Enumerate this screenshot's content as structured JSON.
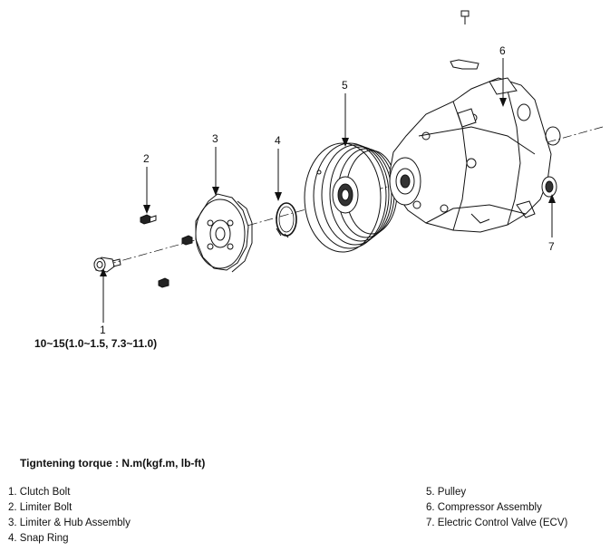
{
  "callouts": {
    "c1": "1",
    "c2": "2",
    "c3": "3",
    "c4": "4",
    "c5": "5",
    "c6": "6",
    "c7": "7"
  },
  "torque_spec": "10~15(1.0~1.5, 7.3~11.0)",
  "torque_title": "Tigntening torque : N.m(kgf.m, lb-ft)",
  "legend": [
    "1. Clutch Bolt",
    "2. Limiter Bolt",
    "3. Limiter & Hub Assembly",
    "4. Snap Ring",
    "5. Pulley",
    "6. Compressor Assembly",
    "7. Electric Control Valve (ECV)"
  ]
}
